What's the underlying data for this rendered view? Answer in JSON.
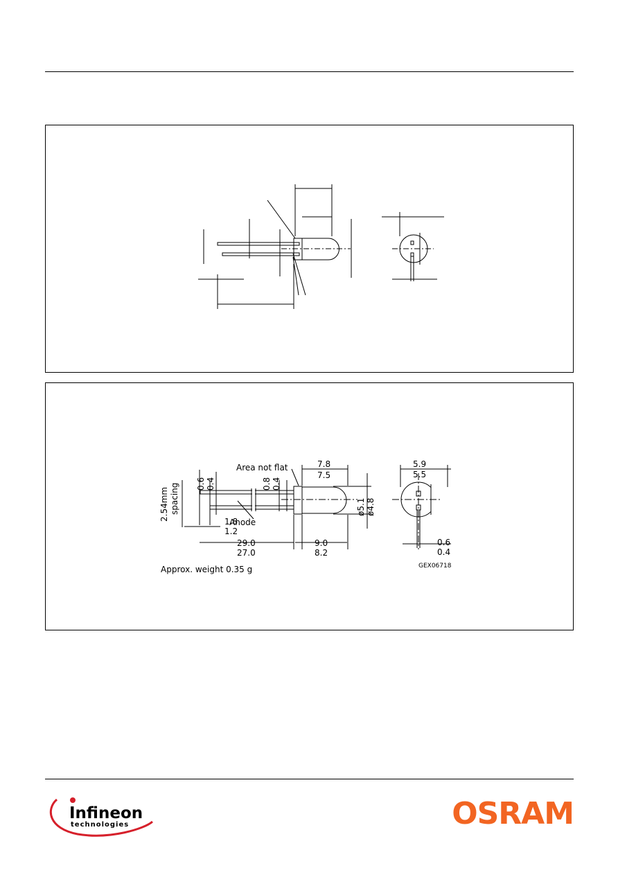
{
  "drawing2": {
    "area_not_flat": "Area not flat",
    "anode": "Anode",
    "spacing_line1": "2.54mm",
    "spacing_line2": "spacing",
    "lead_thick_max": "0.6",
    "lead_thick_min": "0.4",
    "flange_max": "0.8",
    "flange_min": "0.4",
    "lead_short_max": "1.8",
    "lead_short_min": "1.2",
    "lead_len_max": "29.0",
    "lead_len_min": "27.0",
    "body_len_max": "9.0",
    "body_len_min": "8.2",
    "dome_len_max": "7.8",
    "dome_len_min": "7.5",
    "dia_max": "ø5.1",
    "dia_min": "ø4.8",
    "flat_max": "5.9",
    "flat_min": "5.5",
    "lead_w_max": "0.6",
    "lead_w_min": "0.4",
    "weight": "Approx. weight 0.35 g",
    "code": "GEX06718"
  },
  "logos": {
    "infineon_main": "Infineon",
    "infineon_sub": "technologies",
    "osram": "OSRAM",
    "infineon_color": "#1a3b8c",
    "accent_red": "#d6202b",
    "osram_color": "#f26522"
  }
}
